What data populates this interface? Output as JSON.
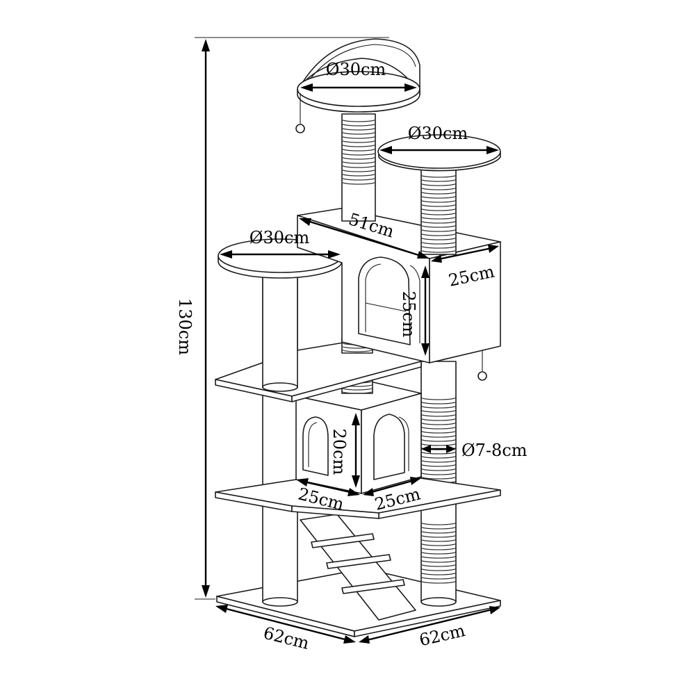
{
  "dimensions": {
    "total_height": "130cm",
    "top_perch_diameter": "Ø30cm",
    "upper_right_perch_diameter": "Ø30cm",
    "left_perch_diameter": "Ø30cm",
    "upper_condo_width": "51cm",
    "upper_condo_depth": "25cm",
    "upper_condo_height": "25cm",
    "post_diameter": "Ø7-8cm",
    "lower_condo_height": "20cm",
    "lower_condo_width": "25cm",
    "lower_condo_depth": "25cm",
    "base_width": "62cm",
    "base_depth": "62cm"
  }
}
